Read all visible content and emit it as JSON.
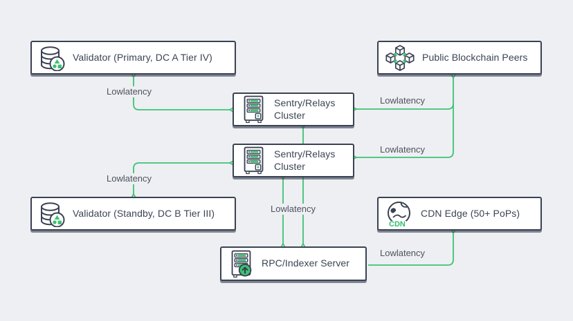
{
  "diagram": {
    "background": "#edeff3",
    "accent_green": "#3ec273",
    "outline_dark": "#3a4152",
    "label_gray": "#4d525c"
  },
  "nodes": {
    "validator_primary": {
      "label": "Validator (Primary, DC A Tier IV)",
      "icon": "database-cluster-icon"
    },
    "public_peers": {
      "label": "Public Blockchain Peers",
      "icon": "blockchain-cubes-icon"
    },
    "sentry_cluster_1": {
      "label": "Sentry/Relays Cluster",
      "icon": "server-rack-icon"
    },
    "sentry_cluster_2": {
      "label": "Sentry/Relays Cluster",
      "icon": "server-rack-icon"
    },
    "validator_standby": {
      "label": "Validator (Standby, DC B Tier III)",
      "icon": "database-cluster-icon"
    },
    "cdn_edge": {
      "label": "CDN Edge (50+ PoPs)",
      "icon": "globe-cdn-icon",
      "icon_text": "CDN"
    },
    "rpc_indexer": {
      "label": "RPC/Indexer Server",
      "icon": "server-upload-icon"
    }
  },
  "edges": [
    {
      "from": "validator_primary",
      "to": "sentry_cluster_1",
      "label": "Lowlatency",
      "bidirectional": true
    },
    {
      "from": "validator_standby",
      "to": "sentry_cluster_2",
      "label": "Lowlatency",
      "bidirectional": true
    },
    {
      "from": "sentry_cluster_1",
      "to": "public_peers",
      "label": "Lowlatency",
      "bidirectional": true
    },
    {
      "from": "sentry_cluster_2",
      "to": "public_peers",
      "label": "Lowlatency",
      "bidirectional": true
    },
    {
      "from": "sentry_cluster_2",
      "to": "rpc_indexer",
      "label": "Lowlatency",
      "bidirectional": true
    },
    {
      "from": "rpc_indexer",
      "to": "cdn_edge",
      "label": "Lowlatency",
      "bidirectional": false
    },
    {
      "from": "sentry_cluster_1",
      "to": "rpc_indexer",
      "bidirectional": true
    }
  ]
}
